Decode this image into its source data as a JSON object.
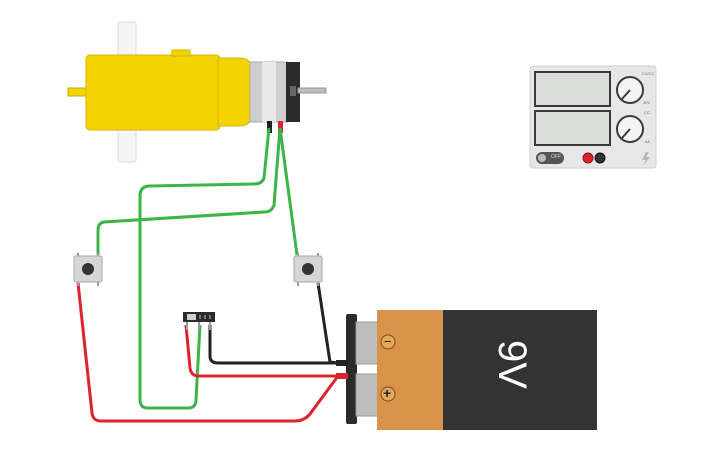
{
  "battery": {
    "voltage_label": "9V",
    "negative_symbol": "−",
    "positive_symbol": "+",
    "colors": {
      "body": "#333333",
      "band": "#d9924a",
      "terminal": "#bdbdbd"
    }
  },
  "power_supply": {
    "on_label": "OFF",
    "knob_labels": [
      "CV/CC",
      "CC",
      "30V",
      "5A"
    ]
  },
  "motor": {
    "colors": {
      "gearbox": "#f2d400",
      "can": "#c8c8c8"
    }
  },
  "wires": {
    "colors": {
      "green": "#3bb54a",
      "red": "#d9232e",
      "black": "#222222"
    }
  }
}
